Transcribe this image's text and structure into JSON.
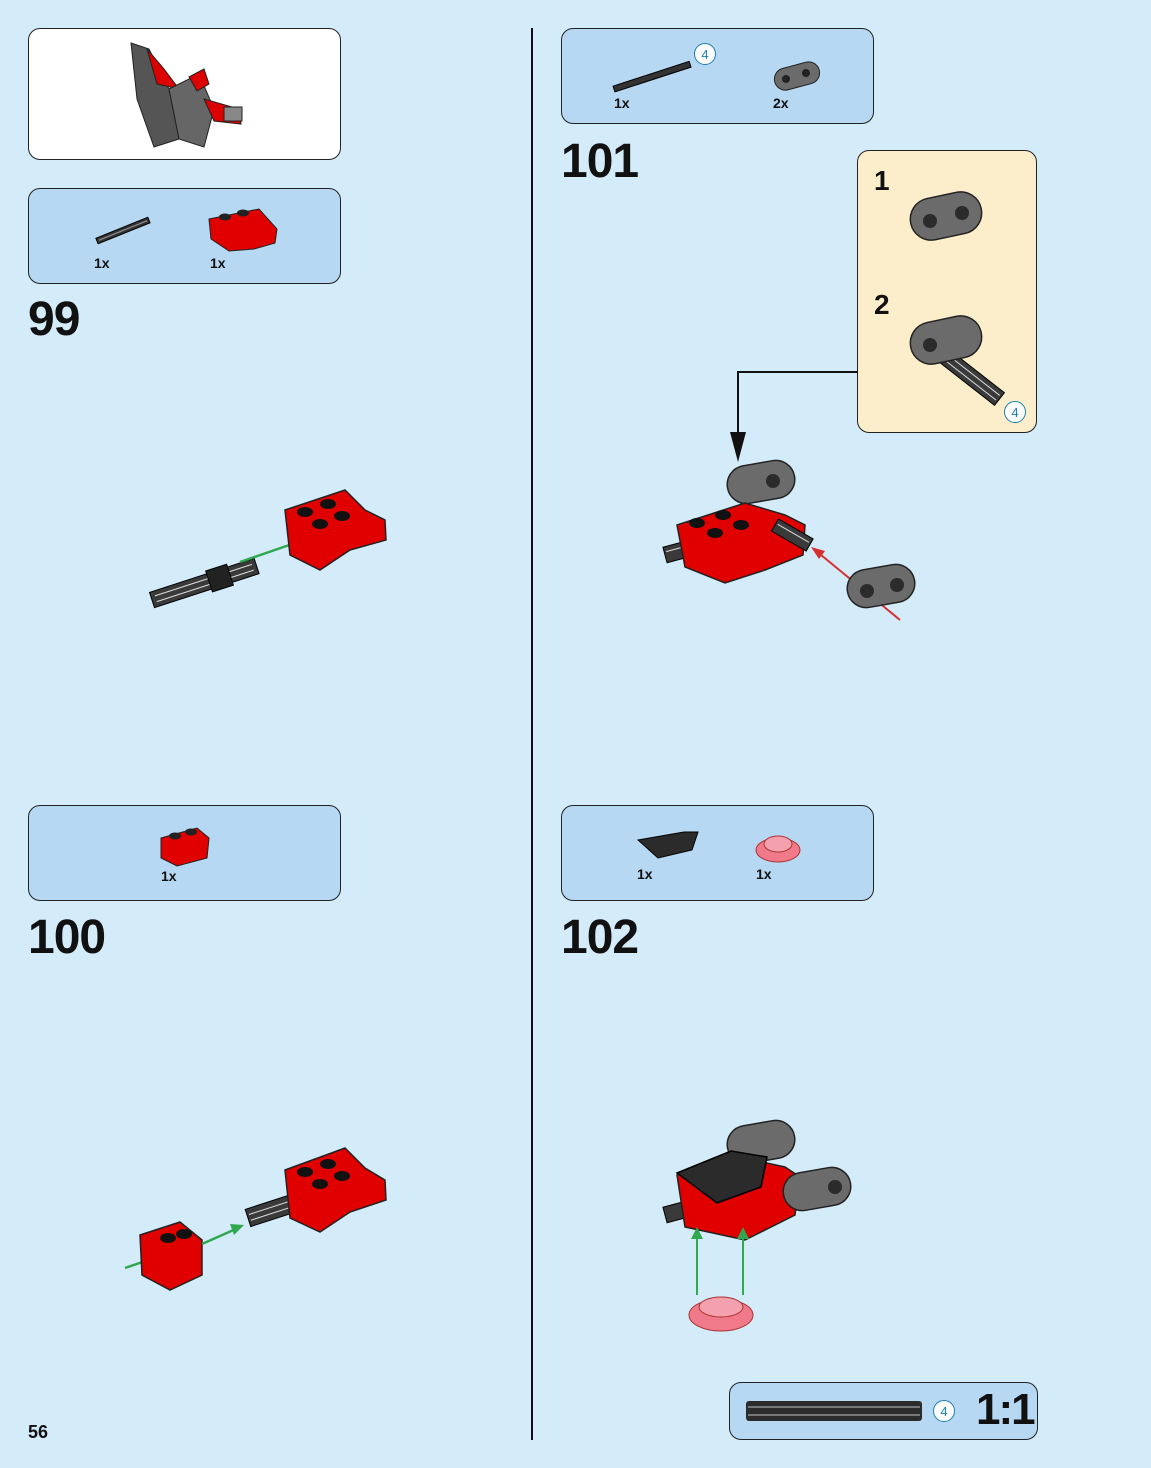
{
  "page_number": "56",
  "steps": [
    {
      "number": "99",
      "parts": [
        {
          "qty": "1x",
          "name": "black-axle"
        },
        {
          "qty": "1x",
          "name": "red-brick-with-axle-holes"
        }
      ]
    },
    {
      "number": "100",
      "parts": [
        {
          "qty": "1x",
          "name": "red-technic-brick-1x2"
        }
      ]
    },
    {
      "number": "101",
      "parts": [
        {
          "qty": "1x",
          "name": "black-axle",
          "length_badge": "4"
        },
        {
          "qty": "2x",
          "name": "gray-beam"
        }
      ],
      "substeps": [
        {
          "number": "1"
        },
        {
          "number": "2",
          "length_badge": "4"
        }
      ]
    },
    {
      "number": "102",
      "parts": [
        {
          "qty": "1x",
          "name": "black-wedge-plate"
        },
        {
          "qty": "1x",
          "name": "trans-pink-round-plate"
        }
      ]
    }
  ],
  "scale_ruler": {
    "length_badge": "4",
    "ratio": "1:1"
  },
  "colors": {
    "background": "#d4ebfa",
    "parts_box": "#b7d8f3",
    "callout": "#fdeecb",
    "arrow_green": "#2fa84f",
    "arrow_red": "#d43030",
    "brick_red": "#e00000"
  }
}
